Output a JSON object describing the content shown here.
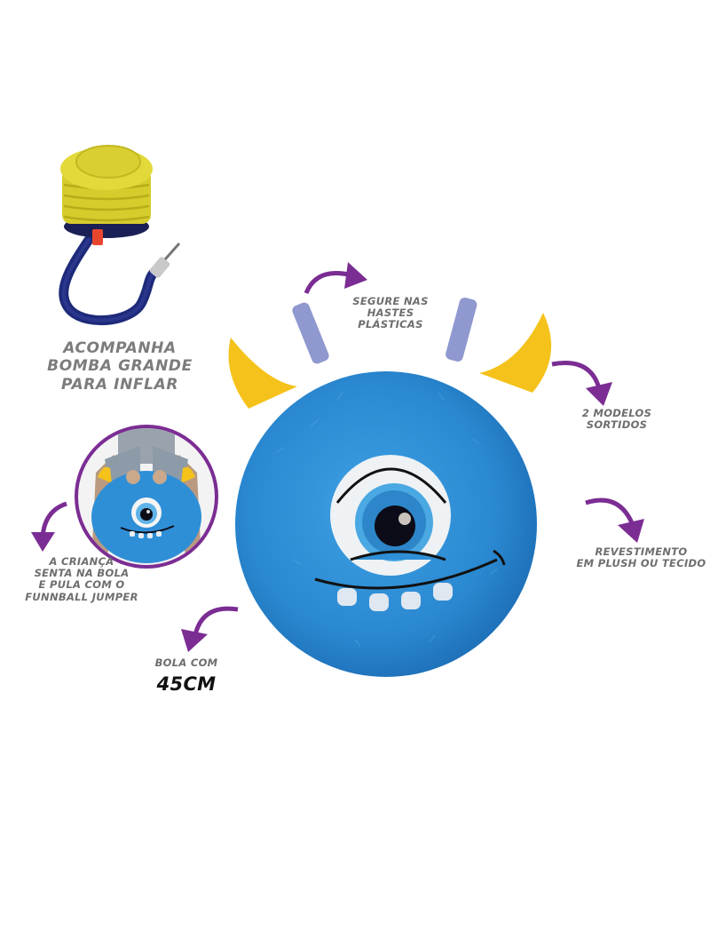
{
  "colors": {
    "background": "#ffffff",
    "arrow_purple": "#7b2d93",
    "label_gray": "#6e6e6e",
    "plush_blue": "#2f8fd6",
    "plush_blue_dark": "#1c6db5",
    "horn_yellow": "#f5c21b",
    "handle_lavender": "#8f98cf",
    "pump_yellow": "#e3d93a",
    "hose_navy": "#1e2a7a",
    "valve_red": "#e8462c"
  },
  "pump": {
    "label_lines": [
      "ACOMPANHA",
      "BOMBA GRANDE",
      "PARA INFLAR"
    ]
  },
  "inset": {
    "description": "child sitting on the monster ball",
    "label_lines": [
      "A CRIANÇA",
      "SENTA NA BOLA",
      "E PULA COM O",
      "FUNNBALL JUMPER"
    ]
  },
  "callouts": {
    "handles": {
      "lines": [
        "SEGURE NAS",
        "HASTES",
        "PLÁSTICAS"
      ]
    },
    "models": {
      "lines": [
        "2 MODELOS",
        "SORTIDOS"
      ]
    },
    "cover": {
      "lines": [
        "REVESTIMENTO",
        "EM PLUSH OU TECIDO"
      ]
    },
    "size": {
      "line1": "BOLA COM",
      "value": "45CM"
    }
  },
  "icons": {
    "arrows": [
      "curved-arrow-icon"
    ]
  }
}
